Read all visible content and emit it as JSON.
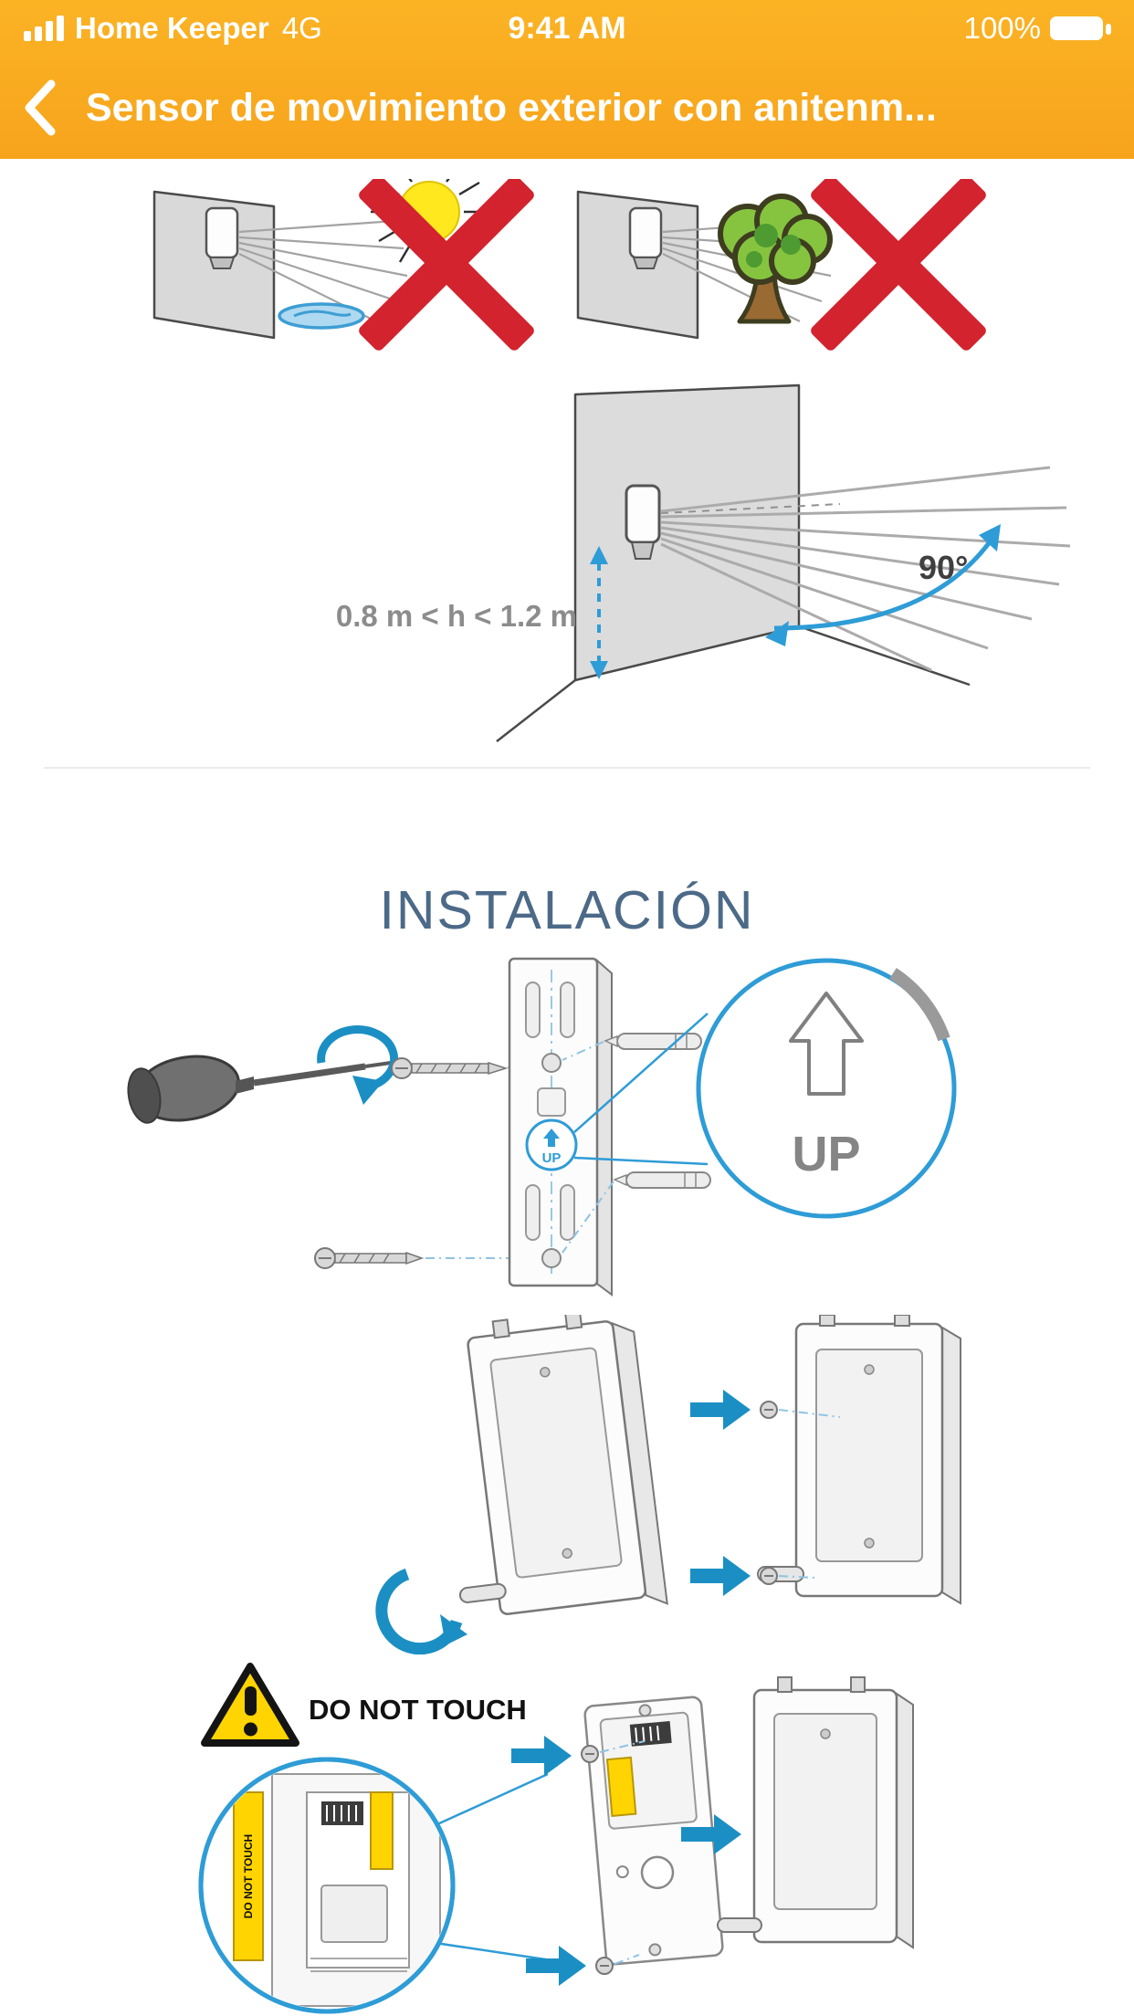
{
  "status_bar": {
    "carrier": "Home Keeper",
    "network": "4G",
    "time": "9:41 AM",
    "battery_percent": "100%"
  },
  "nav_bar": {
    "title": "Sensor de movimiento exterior con anitenm..."
  },
  "placement_diagram": {
    "height_label": "0.8 m < h < 1.2 m",
    "angle_label": "90°"
  },
  "installation": {
    "section_title": "INSTALACIÓN",
    "bracket_up_label": "UP",
    "zoom_up_label": "UP",
    "do_not_touch_label": "DO NOT TOUCH",
    "strip_label": "DO NOT TOUCH"
  },
  "colors": {
    "header_background": "#F9AC1E",
    "accent_blue": "#1B8FC4",
    "outline_blue": "#2E9CD6",
    "error_red": "#D2232E",
    "warning_yellow": "#FFD400",
    "heading_text": "#4C6A88"
  }
}
